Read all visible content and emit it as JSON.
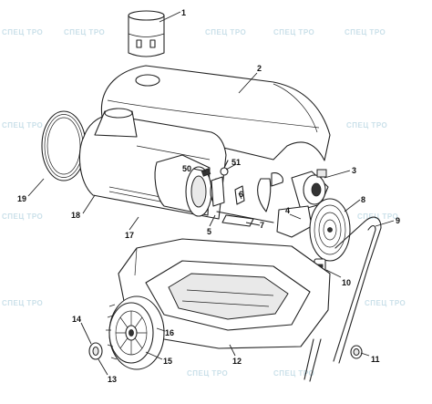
{
  "watermark": {
    "text": "СПЕЦ ТРО",
    "color": "#9fc7d8"
  },
  "callouts": [
    {
      "id": "c1",
      "label": "1"
    },
    {
      "id": "c2",
      "label": "2"
    },
    {
      "id": "c3",
      "label": "3"
    },
    {
      "id": "c4",
      "label": "4"
    },
    {
      "id": "c5",
      "label": "5"
    },
    {
      "id": "c6",
      "label": "6"
    },
    {
      "id": "c7",
      "label": "7"
    },
    {
      "id": "c8",
      "label": "8"
    },
    {
      "id": "c9",
      "label": "9"
    },
    {
      "id": "c10",
      "label": "10"
    },
    {
      "id": "c11",
      "label": "11"
    },
    {
      "id": "c12",
      "label": "12"
    },
    {
      "id": "c13",
      "label": "13"
    },
    {
      "id": "c14",
      "label": "14"
    },
    {
      "id": "c15",
      "label": "15"
    },
    {
      "id": "c16",
      "label": "16"
    },
    {
      "id": "c17",
      "label": "17"
    },
    {
      "id": "c18",
      "label": "18"
    },
    {
      "id": "c19",
      "label": "19"
    },
    {
      "id": "c50",
      "label": "50"
    },
    {
      "id": "c51",
      "label": "51"
    }
  ]
}
